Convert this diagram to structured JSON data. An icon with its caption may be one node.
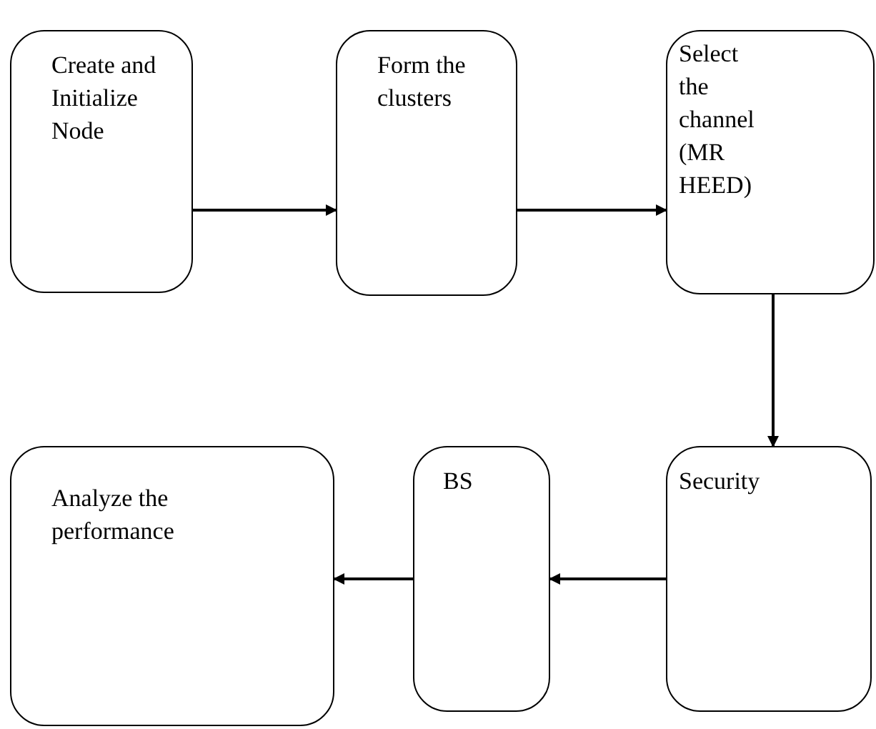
{
  "diagram": {
    "nodes": [
      {
        "text": [
          "Create and Initialize Node"
        ]
      },
      {
        "text": [
          "Form the clusters"
        ]
      },
      {
        "text": [
          "Select the channel (MR HEED)"
        ]
      },
      {
        "text": [
          "Security"
        ]
      },
      {
        "text": [
          "BS"
        ]
      },
      {
        "text": [
          "Analyze the performance"
        ]
      }
    ],
    "edges": [
      {
        "from": 0,
        "to": 1,
        "arrow": "to"
      },
      {
        "from": 1,
        "to": 2,
        "arrow": "to"
      },
      {
        "from": 2,
        "to": 3,
        "arrow": "to"
      },
      {
        "from": 3,
        "to": 4,
        "arrow": "to"
      },
      {
        "from": 4,
        "to": 5,
        "arrow": "to"
      }
    ]
  }
}
